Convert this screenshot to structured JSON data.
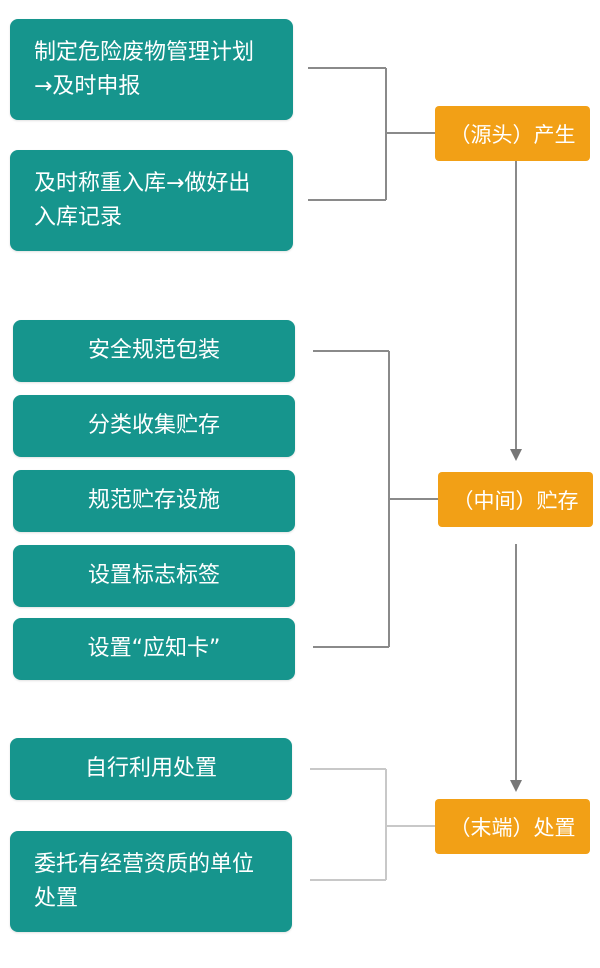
{
  "sources": {
    "items": [
      "制定危险废物管理计划→及时申报",
      "及时称重入库→做好出入库记录"
    ],
    "stage": "（源头）产生"
  },
  "storage": {
    "items": [
      "安全规范包装",
      "分类收集贮存",
      "规范贮存设施",
      "设置标志标签",
      "设置“应知卡”"
    ],
    "stage": "（中间）贮存"
  },
  "disposal": {
    "items": [
      "自行利用处置",
      "委托有经营资质的单位处置"
    ],
    "stage": "（末端）处置"
  },
  "colors": {
    "item_box": "#16958d",
    "stage_box": "#f2a016",
    "connector": "#8a8a8a",
    "connector_light": "#c8c8c8",
    "arrow": "#777777"
  }
}
